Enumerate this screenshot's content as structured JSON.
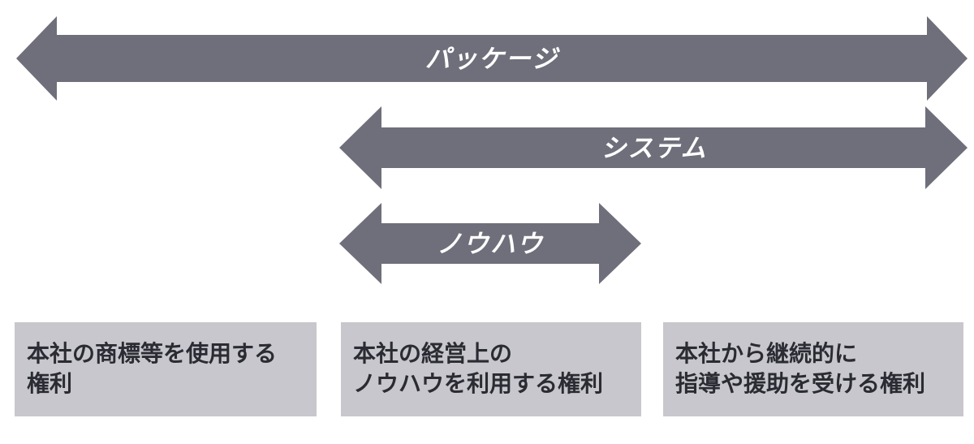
{
  "diagram": {
    "arrows": [
      {
        "label": "パッケージ"
      },
      {
        "label": "システム"
      },
      {
        "label": "ノウハウ"
      }
    ],
    "boxes": [
      {
        "line1": "本社の商標等を使用する",
        "line2": "権利"
      },
      {
        "line1": "本社の経営上の",
        "line2": "ノウハウを利用する権利"
      },
      {
        "line1": "本社から継続的に",
        "line2": "指導や援助を受ける権利"
      }
    ],
    "colors": {
      "arrow_fill": "#6f6f7b",
      "arrow_label_text": "#ffffff",
      "box_background": "#c7c7cd",
      "box_text": "#2b2b33",
      "page_background": "#ffffff"
    }
  }
}
